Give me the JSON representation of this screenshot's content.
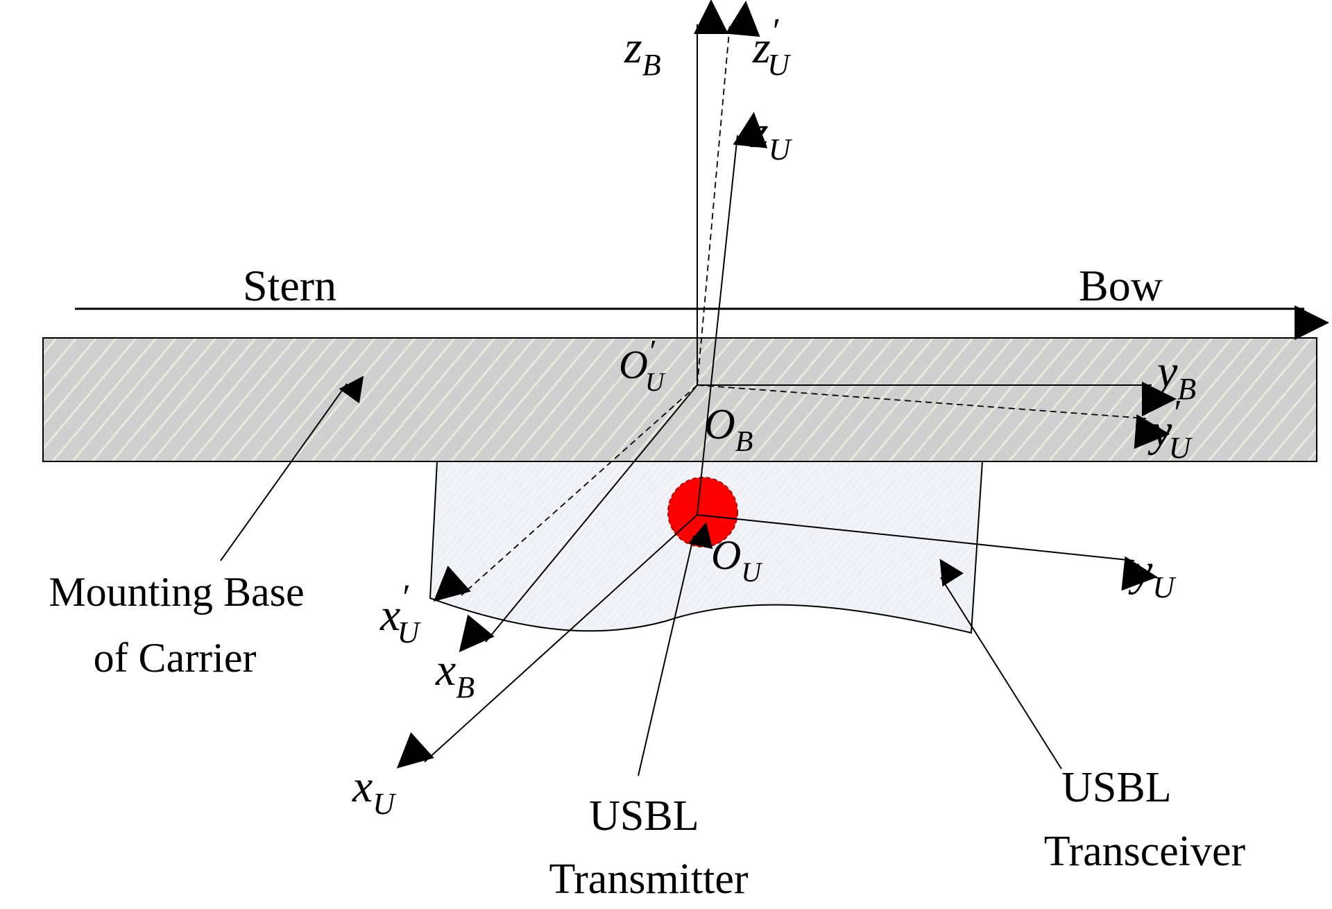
{
  "labels": {
    "stern": "Stern",
    "bow": "Bow",
    "mounting_base_line1": "Mounting Base",
    "mounting_base_line2": "of Carrier",
    "transmitter_line1": "USBL",
    "transmitter_line2": "Transmitter",
    "transceiver_line1": "USBL",
    "transceiver_line2": "Transceiver"
  },
  "axes": {
    "letters": {
      "x": "x",
      "y": "y",
      "z": "z",
      "origin": "O"
    },
    "subscripts": {
      "body": "B",
      "usbl": "U"
    },
    "prime": "′"
  },
  "colors": {
    "base_fill": "#cfcfcf",
    "base_stripe": "#e9e9dc",
    "transceiver_fill": "#f1f3f7",
    "transmitter_dot": "#ff0000",
    "ink": "#000000"
  }
}
